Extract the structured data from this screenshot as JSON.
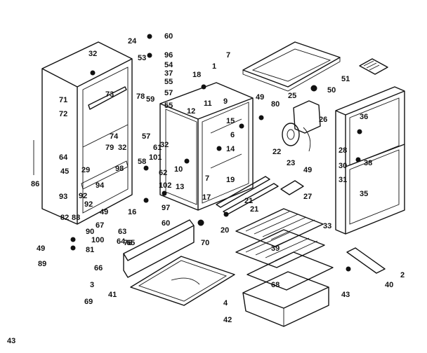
{
  "callouts": [
    "60",
    "24",
    "32",
    "53",
    "96",
    "54",
    "37",
    "55",
    "7",
    "18",
    "1",
    "51",
    "49",
    "50",
    "25",
    "80",
    "36",
    "71",
    "73",
    "78",
    "59",
    "57",
    "55",
    "12",
    "11",
    "9",
    "15",
    "26",
    "72",
    "6",
    "74",
    "57",
    "21",
    "28",
    "79",
    "32",
    "14",
    "22",
    "64",
    "61",
    "32",
    "23",
    "30",
    "38",
    "45",
    "29",
    "101",
    "10",
    "49",
    "31",
    "58",
    "62",
    "13",
    "98",
    "17",
    "102",
    "7",
    "27",
    "35",
    "86",
    "94",
    "92",
    "93",
    "19",
    "92",
    "97",
    "82",
    "88",
    "49",
    "16",
    "21",
    "67",
    "63",
    "60",
    "33",
    "20",
    "90",
    "100",
    "76",
    "70",
    "64",
    "65",
    "81",
    "49",
    "89",
    "66",
    "39",
    "40",
    "2",
    "3",
    "68",
    "41",
    "69",
    "43",
    "4",
    "42",
    "43"
  ]
}
